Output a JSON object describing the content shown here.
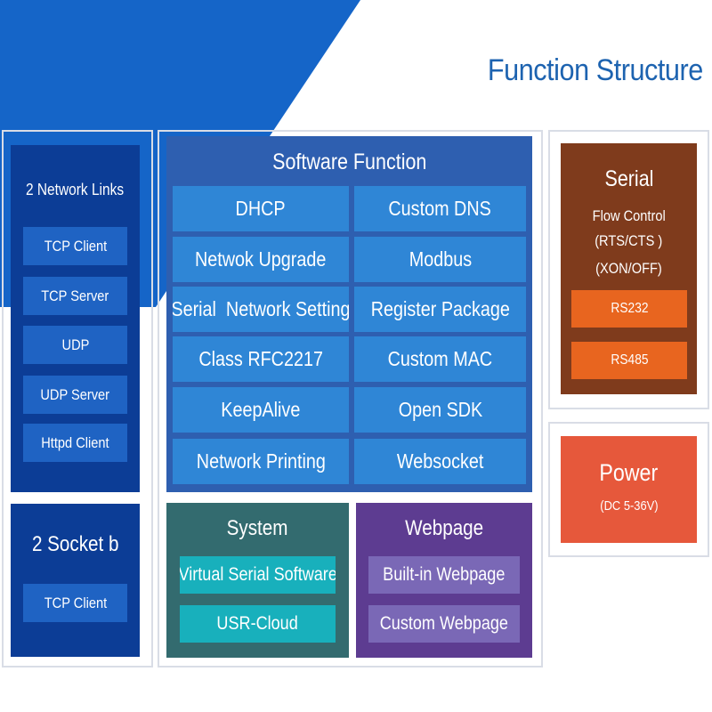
{
  "title": "Function Structure",
  "colors": {
    "accent_blue": "#1d63b0",
    "brand_triangle": "#1565c8"
  },
  "network_links": {
    "title": "2 Network Links",
    "items": [
      "TCP Client",
      "TCP Server",
      "UDP",
      "UDP Server",
      "Httpd Client"
    ]
  },
  "socket_b": {
    "title": "2 Socket b",
    "items": [
      "TCP Client"
    ]
  },
  "software": {
    "title": "Software Function",
    "items": [
      "DHCP",
      "Custom DNS",
      "Netwok Upgrade",
      "Modbus",
      "Serial  Network Setting",
      "Register Package",
      "Class RFC2217",
      "Custom MAC",
      "KeepAlive",
      "Open SDK",
      "Network Printing",
      "Websocket"
    ]
  },
  "system": {
    "title": "System",
    "items": [
      "Virtual Serial Software",
      "USR-Cloud"
    ]
  },
  "webpage": {
    "title": "Webpage",
    "items": [
      "Built-in Webpage",
      "Custom Webpage"
    ]
  },
  "serial": {
    "title": "Serial",
    "flow_control": "Flow Control",
    "rts_cts": "(RTS/CTS )",
    "xon_off": "(XON/OFF)",
    "items": [
      "RS232",
      "RS485"
    ]
  },
  "power": {
    "title": "Power",
    "spec": "(DC 5-36V)"
  }
}
